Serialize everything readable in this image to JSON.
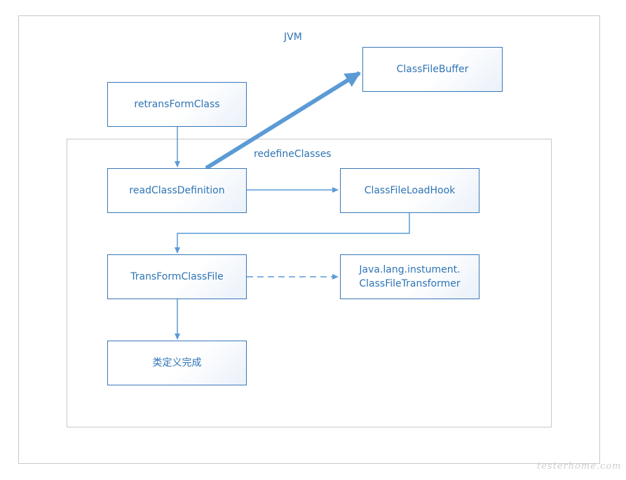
{
  "colors": {
    "accent": "#2e74b5",
    "line": "#5b9bd5",
    "frame": "#c8c8c8"
  },
  "diagram": {
    "outer_label": "JVM",
    "inner_label": "redefineClasses",
    "nodes": {
      "classfilebuffer": "ClassFileBuffer",
      "retransformclass": "retransFormClass",
      "readclassdefinition": "readClassDefinition",
      "classfileloadhook": "ClassFileLoadHook",
      "transformclassfile": "TransFormClassFile",
      "classfiletransformer": "Java.lang.instument.\nClassFileTransformer",
      "class_definition_done": "类定义完成"
    }
  },
  "watermark": "testerhome.com"
}
